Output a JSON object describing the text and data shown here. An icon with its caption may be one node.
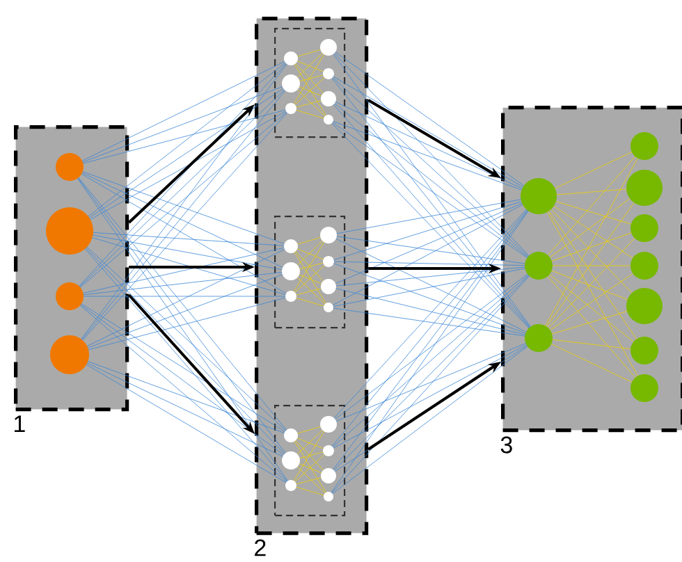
{
  "diagram": {
    "nodes": [
      {
        "text": [
          "1"
        ]
      },
      {
        "text": [
          "2"
        ]
      },
      {
        "text": [],
        "shape": "box",
        "in": 1
      },
      {
        "text": [],
        "shape": "box",
        "in": 1
      },
      {
        "text": [],
        "shape": "box",
        "in": 1
      },
      {
        "text": [
          "3"
        ]
      }
    ],
    "edges": [
      {
        "from": 0,
        "to": 1,
        "arrow": "to"
      },
      {
        "from": 0,
        "to": 1,
        "arrow": "to"
      },
      {
        "from": 0,
        "to": 1,
        "arrow": "to"
      },
      {
        "from": 1,
        "to": 5,
        "arrow": "to"
      },
      {
        "from": 1,
        "to": 5,
        "arrow": "to"
      },
      {
        "from": 1,
        "to": 5,
        "arrow": "to"
      }
    ]
  }
}
